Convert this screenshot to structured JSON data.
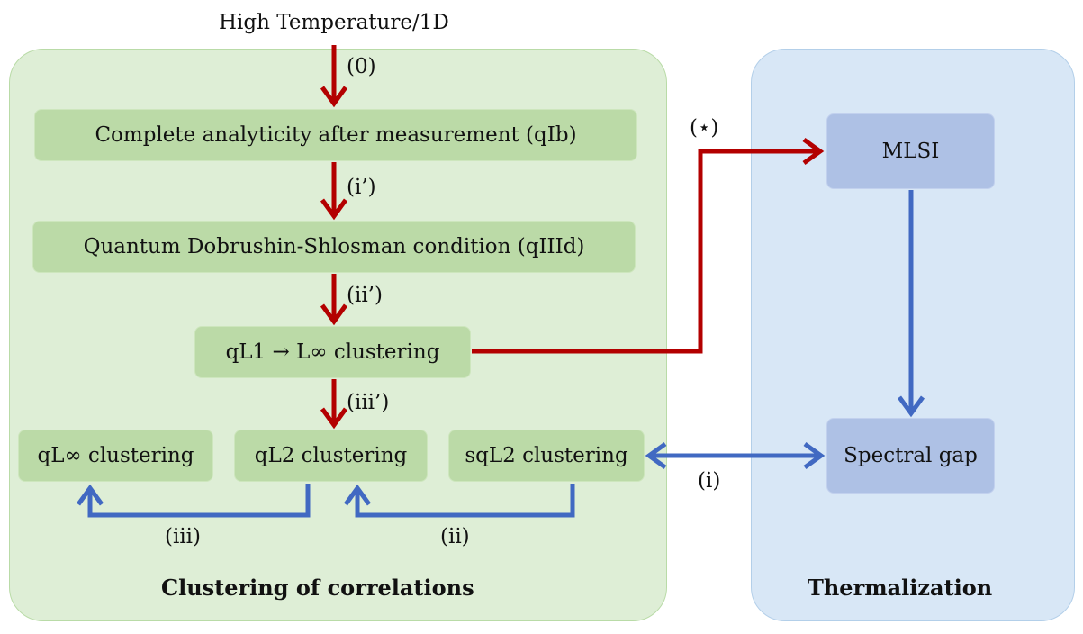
{
  "top_label": "High Temperature/1D",
  "green_panel": {
    "title": "Clustering of correlations",
    "boxes": {
      "complete_analyticity": "Complete analyticity after measurement (qIb)",
      "dobrushin_shlosman": "Quantum Dobrushin-Shlosman condition (qIIId)",
      "ql1_linf": "qL1 → L∞ clustering",
      "qlinf": "qL∞ clustering",
      "ql2": "qL2 clustering",
      "sql2": "sqL2 clustering"
    }
  },
  "blue_panel": {
    "title": "Thermalization",
    "boxes": {
      "mlsi": "MLSI",
      "spectral_gap": "Spectral gap"
    }
  },
  "edge_labels": {
    "e0": "(0)",
    "ei_prime": "(i’)",
    "eii_prime": "(ii’)",
    "eiii_prime": "(iii’)",
    "eiii": "(iii)",
    "eii": "(ii)",
    "ei": "(i)",
    "estar": "(⋆)"
  },
  "colors": {
    "red_arrow": "#b30000",
    "blue_arrow": "#4169c2",
    "green_panel": "#deeed6",
    "green_box": "#bbdaa7",
    "blue_panel": "#d8e7f6",
    "blue_box": "#aec1e5"
  }
}
